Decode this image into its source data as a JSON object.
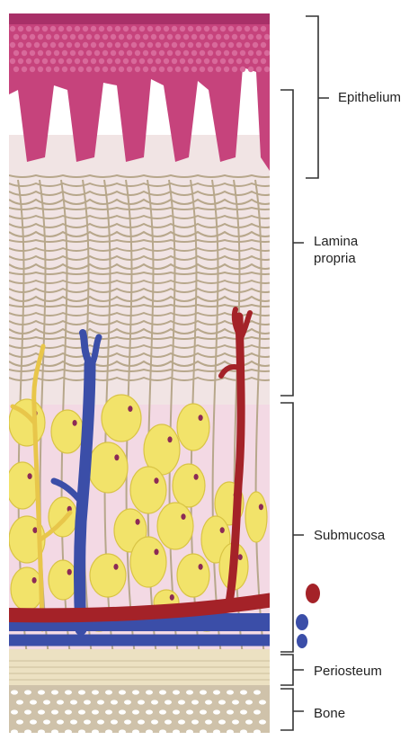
{
  "diagram": {
    "layers": [
      {
        "id": "epithelium",
        "label": "Epithelium"
      },
      {
        "id": "lamina-propria",
        "label": "Lamina\npropria"
      },
      {
        "id": "submucosa",
        "label": "Submucosa"
      },
      {
        "id": "periosteum",
        "label": "Periosteum"
      },
      {
        "id": "bone",
        "label": "Bone"
      }
    ],
    "colors": {
      "epithelium": "#c6437c",
      "epithelium_cell": "#d86a9b",
      "lamina": "#f2dde6",
      "fibers": "#b7a78b",
      "fat": "#f2e36a",
      "fat_nucleus": "#8c2a56",
      "vein": "#3b4ea8",
      "artery": "#a42228",
      "nerve": "#e8c64a",
      "periosteum": "#ece1c2",
      "bone": "#cfc2aa",
      "bracket": "#333333"
    }
  }
}
